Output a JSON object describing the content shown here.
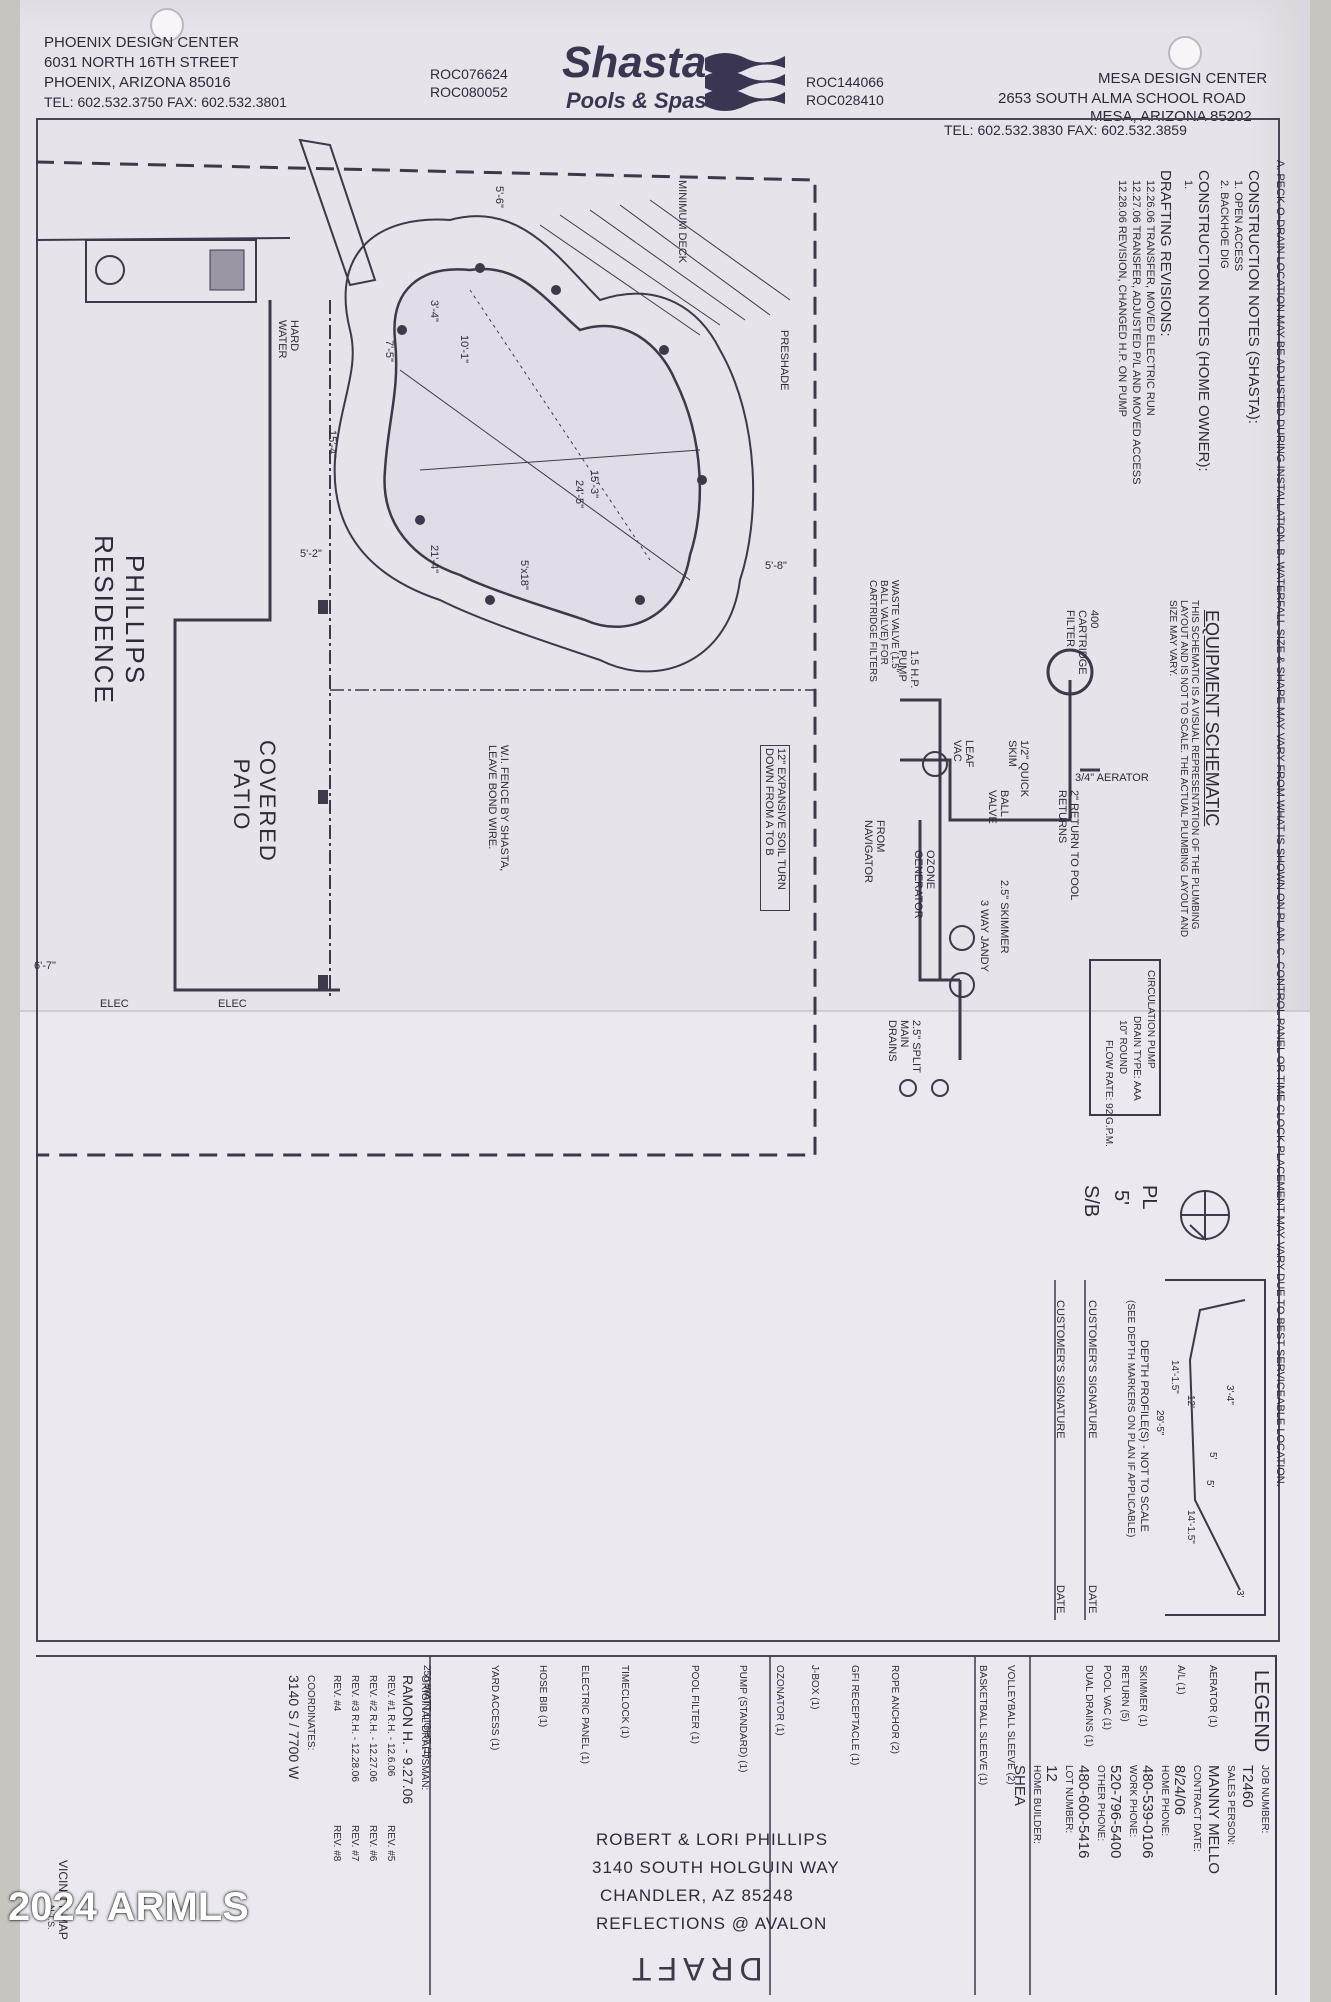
{
  "header": {
    "left_office": {
      "name": "PHOENIX DESIGN CENTER",
      "address1": "6031 NORTH 16TH STREET",
      "address2": "PHOENIX, ARIZONA 85016",
      "phones": "TEL: 602.532.3750   FAX: 602.532.3801"
    },
    "left_licenses": [
      "ROC076624",
      "ROC080052"
    ],
    "logo_line1": "Shasta",
    "logo_line2": "Pools & Spas",
    "right_licenses": [
      "ROC144066",
      "ROC028410"
    ],
    "right_office": {
      "name": "MESA DESIGN CENTER",
      "address1": "2653 SOUTH ALMA SCHOOL ROAD",
      "address2": "MESA, ARIZONA 85202",
      "phones": "TEL: 602.532.3830   FAX: 602.532.3859"
    }
  },
  "notes": {
    "top_line": "A. PECK-O-DRAIN LOCATION MAY BE ADJUSTED DURING INSTALLATION.   B. WATERFALL SIZE & SHAPE MAY VARY FROM WHAT IS SHOWN ON PLAN.   C. CONTROL PANEL OR TIME CLOCK PLACEMENT MAY VARY DUE TO BEST SERVICEABLE LOCATION.",
    "construction_shasta_title": "CONSTRUCTION NOTES (SHASTA):",
    "construction_shasta_items": [
      "1. OPEN ACCESS",
      "2. BACKHOE DIG"
    ],
    "construction_owner_title": "CONSTRUCTION NOTES (HOME OWNER):",
    "construction_owner_items": [
      "1."
    ],
    "drafting_title": "DRAFTING REVISIONS:",
    "drafting_items": [
      "12.26.06  TRANSFER, MOVED ELECTRIC RUN",
      "12.27.06  TRANSFER, ADJUSTED P/L AND MOVED ACCESS",
      "12.28.06  REVISION, CHANGED H.P. ON PUMP"
    ]
  },
  "equipment": {
    "title": "EQUIPMENT SCHEMATIC",
    "subtitle": "THIS SCHEMATIC IS A VISUAL REPRESENTATION OF THE PLUMBING LAYOUT AND IS NOT TO SCALE. THE ACTUAL PLUMBING LAYOUT AND SIZE MAY VARY.",
    "labels": [
      "400 CARTRIDGE FILTER",
      "1/2\" QUICK SKIM",
      "3/4\" AERATOR",
      "2\" RETURN TO POOL RETURNS",
      "BALL VALVE",
      "LEAF VAC",
      "1.5 H.P. PUMP",
      "WASTE VALVE (1.5\" BALL VALVE) FOR CARTRIDGE FILTERS",
      "2.5\" SKIMMER",
      "3 WAY JANDY",
      "OZONE GENERATOR",
      "FROM NAVIGATOR",
      "2.5\" SPLIT MAIN DRAINS"
    ],
    "circulation": [
      "CIRCULATION PUMP",
      "DRAIN TYPE: AAA",
      "10\" ROUND",
      "FLOW RATE: 92 G.P.M."
    ]
  },
  "plan": {
    "labels": [
      "PRESHADE",
      "MINIMUM DECK",
      "HARD WATER",
      "PHILLIPS RESIDENCE",
      "COVERED PATIO",
      "W.I. FENCE BY SHASTA, LEAVE BOND WIRE.",
      "12\" EXPANSIVE SOIL TURN DOWN FROM A TO B",
      "ELEC",
      "ELEC"
    ],
    "dimensions": [
      "5'-6\"",
      "3'-4\"",
      "7'-5\"",
      "10'-1\"",
      "15'-3\"",
      "24'-5\"",
      "21'-4\"",
      "5'x18\"",
      "5'-8\"",
      "5'-2\"",
      "15'-4\"",
      "6'-7\""
    ],
    "pl": "PL",
    "pl_dist": "5'",
    "sb": "S/B"
  },
  "depth_profile": {
    "dims": [
      "3'-4\"",
      "5'",
      "12'",
      "14'-1.5\"",
      "29'-5\"",
      "14'-1.5\"",
      "3'",
      "5'"
    ],
    "caption": "DEPTH PROFILE(S) - NOT TO SCALE",
    "caption2": "(SEE DEPTH MARKERS ON PLAN IF APPLICABLE)"
  },
  "signatures": {
    "customer1": "CUSTOMER'S SIGNATURE",
    "date1": "DATE",
    "customer2": "CUSTOMER'S SIGNATURE",
    "date2": "DATE"
  },
  "legend": {
    "title": "LEGEND",
    "items": [
      "AERATOR (1)",
      "A/L (1)",
      "SKIMMER (1)",
      "RETURN (5)",
      "POOL VAC (1)",
      "DUAL DRAINS (1)",
      "VOLLEYBALL SLEEVE (2)",
      "BASKETBALL SLEEVE (1)",
      "ROPE ANCHOR (2)",
      "GFI RECEPTACLE (1)",
      "J-BOX (1)",
      "OZONATOR (1)",
      "PUMP (STANDARD) (1)",
      "POOL FILTER (1)",
      "TIMECLOCK (1)",
      "ELECTRIC PANEL (1)",
      "HOSE BIB (1)",
      "YARD ACCESS (1)",
      "250 WATT LIGHT (1)"
    ]
  },
  "job": {
    "job_number_label": "JOB NUMBER:",
    "job_number": "T2460",
    "sales_label": "SALES PERSON:",
    "sales": "MANNY MELLO",
    "contract_label": "CONTRACT DATE:",
    "contract": "8/24/06",
    "home_phone_label": "HOME PHONE:",
    "home_phone": "480-539-0106",
    "work_phone_label": "WORK PHONE:",
    "work_phone": "520-796-5400",
    "other_phone_label": "OTHER PHONE:",
    "other_phone": "480-600-5416",
    "lot_label": "LOT NUMBER:",
    "lot": "12",
    "builder_label": "HOME BUILDER:",
    "builder": "SHEA"
  },
  "draftsman": {
    "label": "ORIGINAL DRAFTSMAN:",
    "name": "RAMON H. - 9.27.06",
    "revs": [
      "REV. #1  R.H. - 12.6.06",
      "REV. #2  R.H. - 12.27.06",
      "REV. #3  R.H. - 12.28.06",
      "REV. #4"
    ],
    "revs_right": [
      "REV. #5",
      "REV. #6",
      "REV. #7",
      "REV. #8"
    ],
    "coords_label": "COORDINATES:",
    "coords": "3140 S / 7700 W",
    "vicinity": "VICINITY MAP",
    "nts": "N.T.S."
  },
  "client": {
    "name": "ROBERT & LORI PHILLIPS",
    "street": "3140 SOUTH HOLGUIN WAY",
    "city": "CHANDLER, AZ 85248",
    "community": "REFLECTIONS @ AVALON",
    "stamp": "DRAFT"
  },
  "watermark": "2024 ARMLS"
}
